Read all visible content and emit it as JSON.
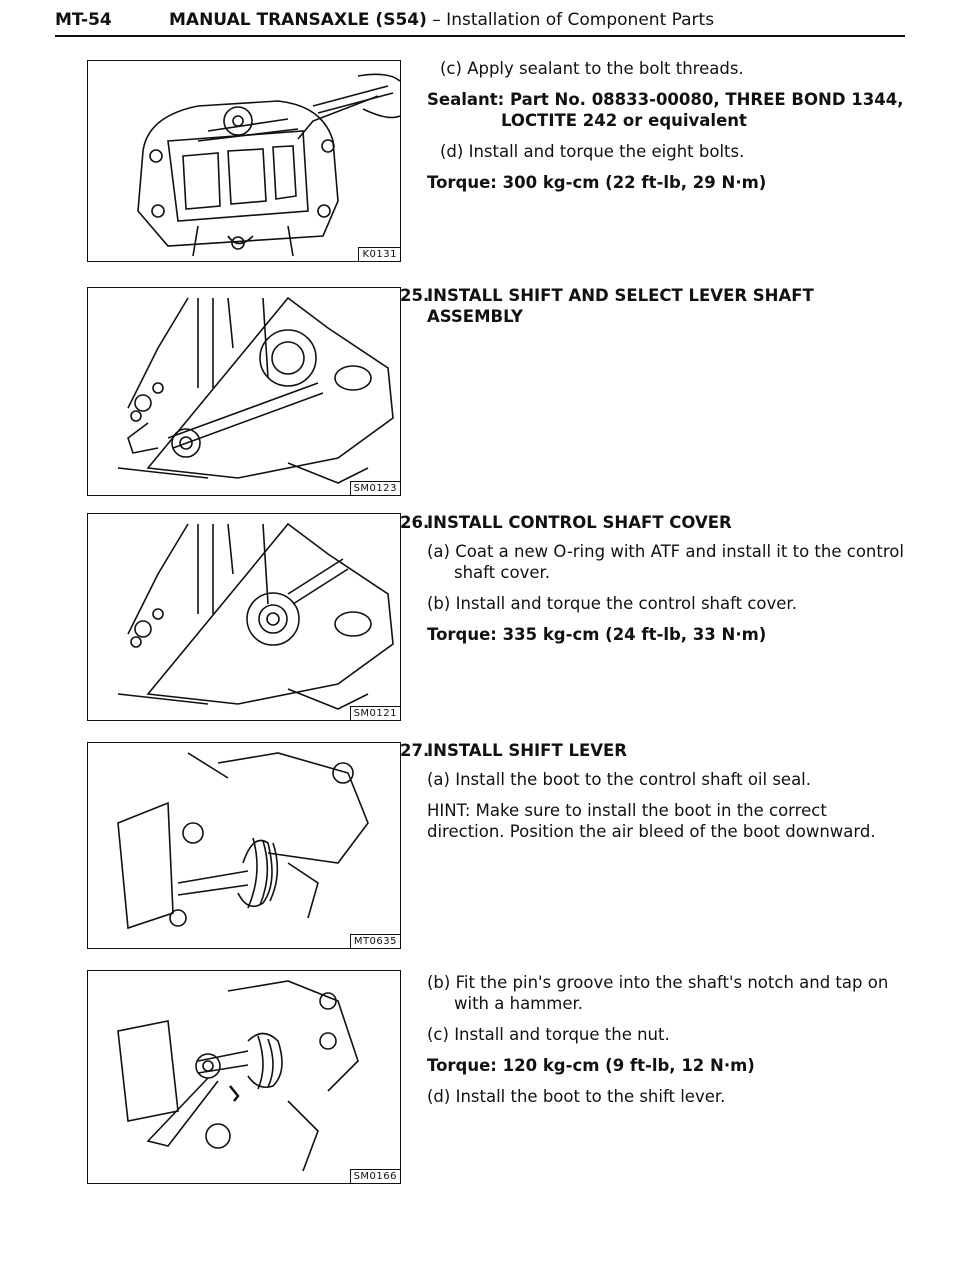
{
  "header": {
    "page": "MT-54",
    "title_bold": "MANUAL TRANSAXLE (S54)",
    "title_rest": "– Installation of Component Parts"
  },
  "figures": [
    {
      "code": "K0131",
      "alt": "sealant bolt icon"
    },
    {
      "code": "SM0123"
    },
    {
      "code": "SM0121"
    },
    {
      "code": "MT0635"
    },
    {
      "code": "SM0166"
    }
  ],
  "block1": {
    "c": "(c)  Apply sealant to the bolt threads.",
    "sealant_label": "Sealant:",
    "sealant_line1": "Part No. 08833-00080, THREE BOND 1344,",
    "sealant_line2": "LOCTITE 242 or equivalent",
    "d": "(d)  Install and torque the eight bolts.",
    "torque": "Torque:   300 kg-cm (22 ft-lb, 29 N·m)"
  },
  "step25": {
    "num": "25.",
    "title": "INSTALL SHIFT AND SELECT LEVER SHAFT ASSEMBLY"
  },
  "step26": {
    "num": "26.",
    "title": "INSTALL CONTROL SHAFT COVER",
    "a": "(a)  Coat a new O-ring with ATF and install it to the control shaft cover.",
    "b": "(b)  Install and torque the control shaft cover.",
    "torque": "Torque:   335 kg-cm (24 ft-lb, 33 N·m)"
  },
  "step27": {
    "num": "27.",
    "title": "INSTALL SHIFT LEVER",
    "a": "(a)  Install the boot to the control shaft oil seal.",
    "hint": "HINT:   Make sure to install the boot in the correct direction. Position the air bleed of the boot downward.",
    "b": "(b)  Fit the pin's groove into the shaft's notch and tap on with a hammer.",
    "c": "(c)  Install and torque the nut.",
    "torque": "Torque:   120 kg-cm (9 ft-lb, 12 N·m)",
    "d": "(d)  Install the boot to the shift lever."
  }
}
